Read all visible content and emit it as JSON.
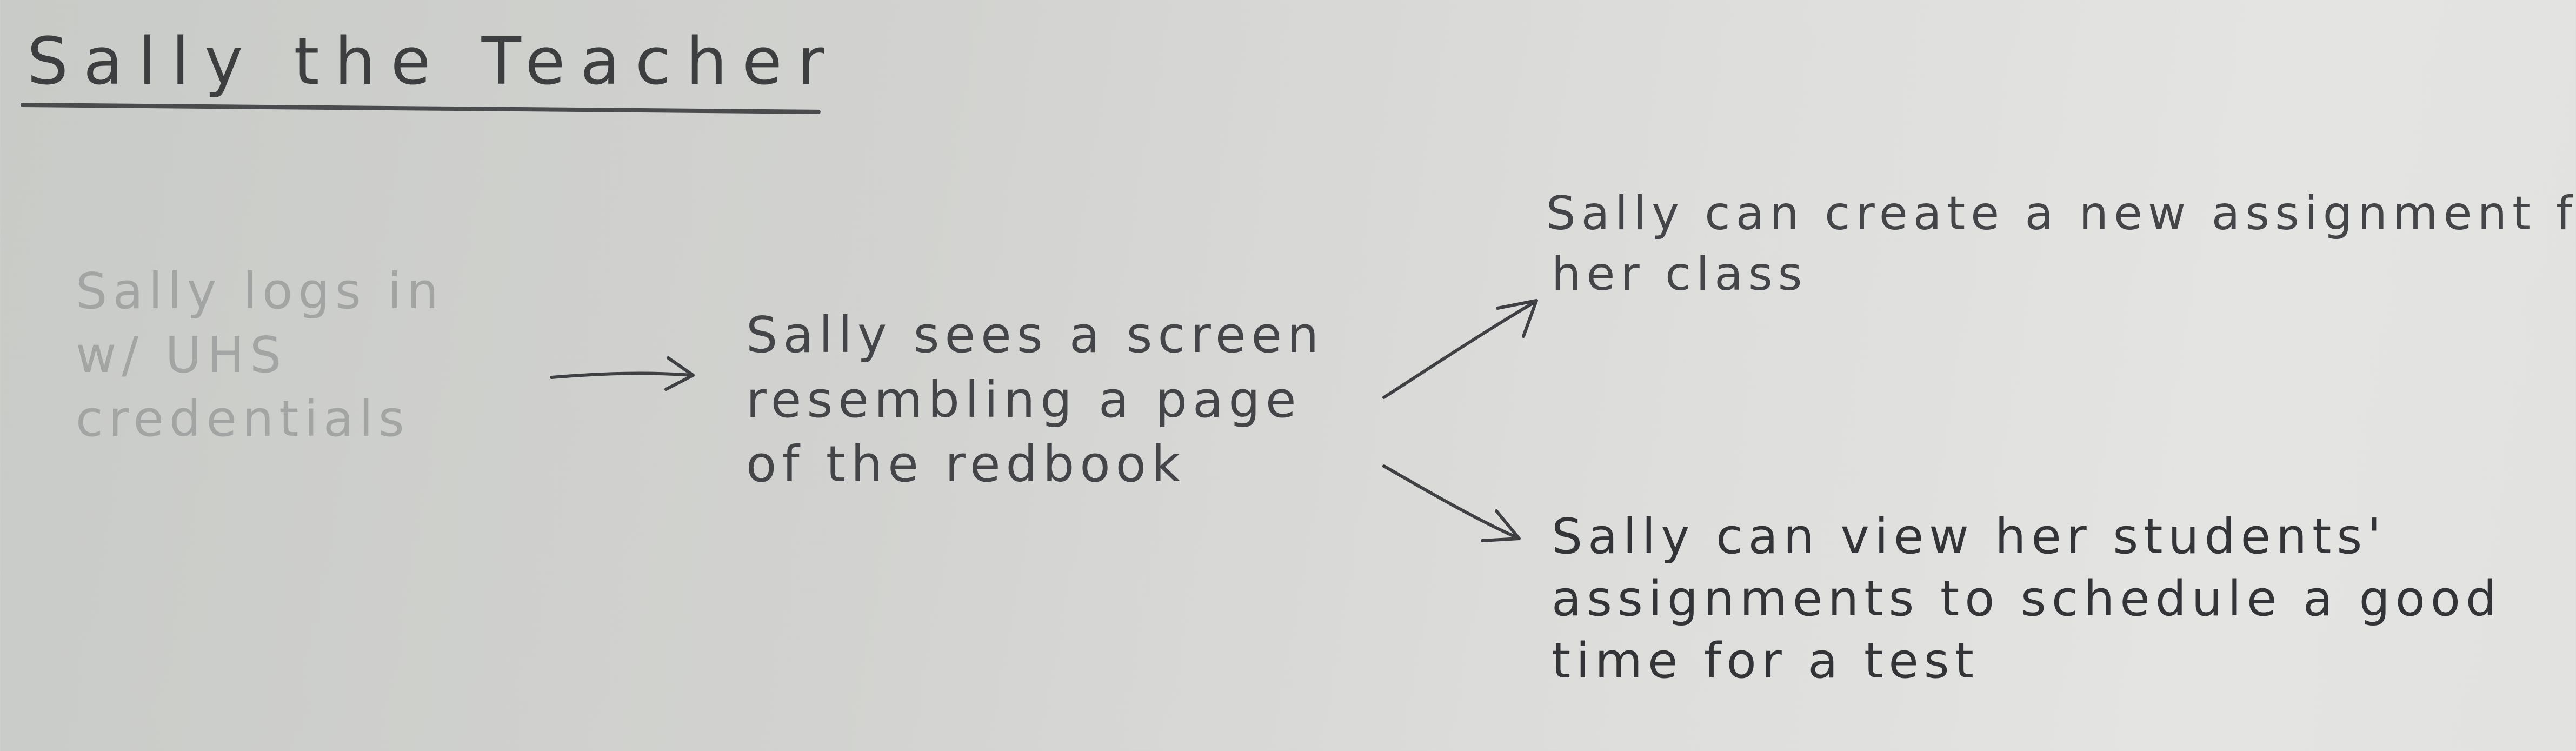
{
  "diagram": {
    "title": "Sally the Teacher",
    "nodes": [
      {
        "id": "login",
        "lines": [
          "Sally logs in",
          "w/ UHS",
          "credentials"
        ]
      },
      {
        "id": "screen",
        "lines": [
          "Sally sees a screen",
          "resembling a page",
          "of the redbook"
        ]
      },
      {
        "id": "create",
        "lines": [
          "Sally can create a new assignment for",
          "her class"
        ]
      },
      {
        "id": "view",
        "lines": [
          "Sally can view her students'",
          "assignments to schedule a good",
          "time for a test"
        ]
      }
    ],
    "edges": [
      {
        "from": "login",
        "to": "screen"
      },
      {
        "from": "screen",
        "to": "create"
      },
      {
        "from": "screen",
        "to": "view"
      }
    ],
    "colors": {
      "ink": "#444548",
      "faded_ink": "#a3a4a4",
      "paper": "#d6d7d4"
    }
  }
}
